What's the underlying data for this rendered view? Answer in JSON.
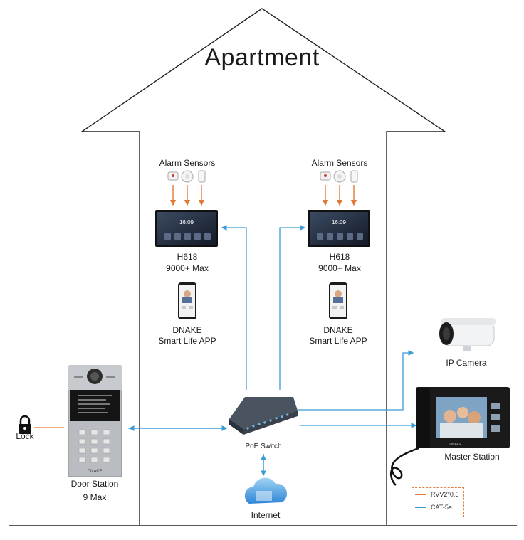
{
  "title": "Apartment",
  "units": [
    {
      "sensors_label": "Alarm Sensors",
      "monitor_model": "H618",
      "monitor_variant": "9000+ Max",
      "screen_time": "16:09",
      "app_brand": "DNAKE",
      "app_name": "Smart Life APP"
    },
    {
      "sensors_label": "Alarm Sensors",
      "monitor_model": "H618",
      "monitor_variant": "9000+ Max",
      "screen_time": "16:09",
      "app_brand": "DNAKE",
      "app_name": "Smart Life APP"
    }
  ],
  "door_station": {
    "name": "Door Station",
    "model": "9 Max",
    "brand": "DNAKE"
  },
  "lock": "Lock",
  "switch": "PoE Switch",
  "internet": "Internet",
  "ip_camera": "IP Camera",
  "master_station": {
    "name": "Master Station",
    "brand": "DNAKE"
  },
  "legend": [
    {
      "label": "RVV2*0.5",
      "color": "#e07a3a"
    },
    {
      "label": "CAT-5e",
      "color": "#3a9bd5"
    }
  ],
  "colors": {
    "cat5e": "#3a9bd5",
    "power": "#e07a3a",
    "house": "#222222"
  }
}
